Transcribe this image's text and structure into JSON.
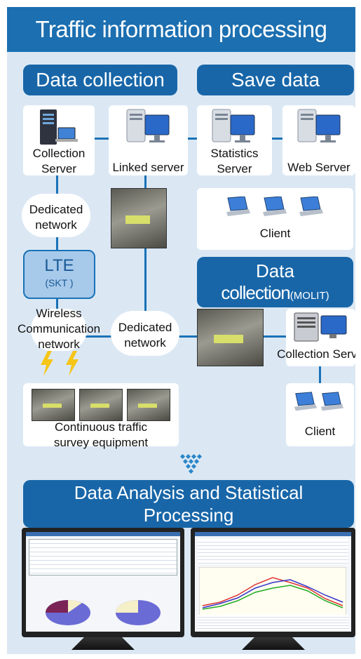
{
  "header": {
    "title": "Traffic information processing"
  },
  "sections": {
    "data_collection": "Data collection",
    "save_data": "Save data",
    "data_collection_molit_main": "Data",
    "data_collection_molit_sub": "collection",
    "data_collection_molit_tag": "(MOLIT)",
    "analysis_line1": "Data Analysis and Statistical",
    "analysis_line2": "Processing"
  },
  "nodes": {
    "collection_server_1": "Collection",
    "collection_server_2": "Server",
    "linked_server": "Linked server",
    "statistics_server_1": "Statistics",
    "statistics_server_2": "Server",
    "web_server": "Web Server",
    "client_top": "Client",
    "dedicated_network_left_1": "Dedicated",
    "dedicated_network_left_2": "network",
    "lte_title": "LTE",
    "lte_sub": "(SKT )",
    "wireless_1": "Wireless",
    "wireless_2": "Communication",
    "wireless_3": "network",
    "dedicated_network_mid_1": "Dedicated",
    "dedicated_network_mid_2": "network",
    "collection_server_right": "Collection Serve",
    "client_bottom": "Client",
    "equipment_1": "Continuous traffic",
    "equipment_2": "survey equipment"
  },
  "colors": {
    "header_bg": "#1c6fb0",
    "pill_bg": "#1866a8",
    "panel_bg": "#dbe8f4",
    "connector": "#1a72b7",
    "lightning": "#f5c518"
  },
  "icons": [
    "server-icon",
    "laptop-icon",
    "cabinet-icon",
    "monitor-icon",
    "lightning-icon"
  ]
}
